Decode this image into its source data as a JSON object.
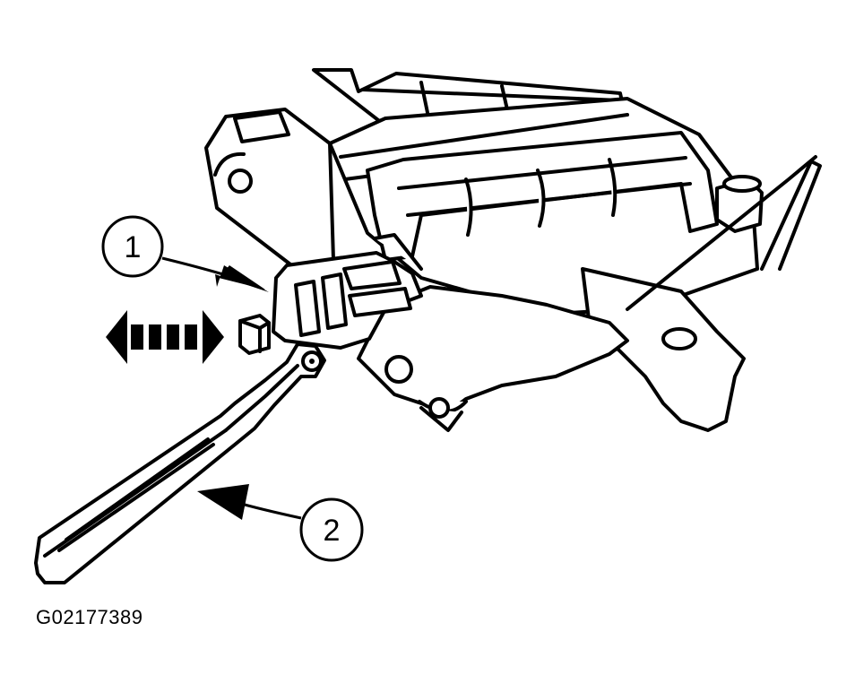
{
  "figure": {
    "id": "G02177389"
  },
  "callouts": [
    {
      "label": "1"
    },
    {
      "label": "2"
    }
  ],
  "icons": {
    "direction": "double-headed-dashed-arrow-icon",
    "pointer": "solid-triangle-arrow-icon"
  },
  "colors": {
    "ink": "#000000",
    "paper": "#ffffff"
  }
}
